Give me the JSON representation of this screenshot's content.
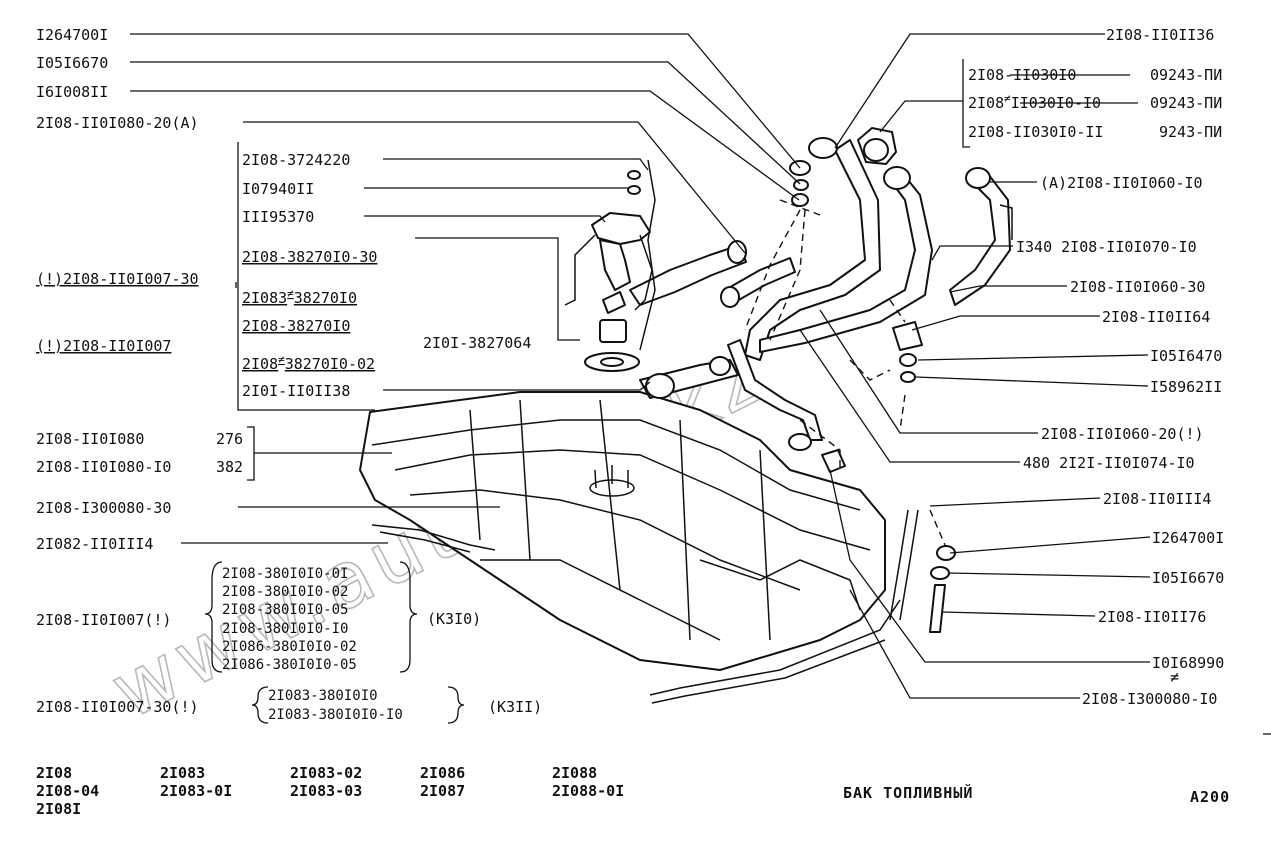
{
  "watermark": "www.autokon.kz",
  "left_labels": [
    {
      "text": "I264700I"
    },
    {
      "text": "I05I6670"
    },
    {
      "text": "I6I008II"
    },
    {
      "text": "2I08-II0I080-20(A)"
    }
  ],
  "group_box": [
    {
      "text": "2I08-3724220"
    },
    {
      "text": "I07940II"
    },
    {
      "text": "III95370"
    },
    {
      "text": "2I08-38270I0-30"
    },
    {
      "text": "2I083",
      "mark": "≠",
      "rest": "38270I0"
    },
    {
      "text": "2I08-38270I0"
    },
    {
      "text": "2I08",
      "mark": "≠",
      "rest": "38270I0-02"
    },
    {
      "text": "2I0I-II0II38"
    }
  ],
  "pump_label": "2I0I-3827064",
  "tank_variants": [
    {
      "text": "(!)2I08-II0I007-30"
    },
    {
      "text": "(!)2I08-II0I007"
    }
  ],
  "left_lower": [
    {
      "text": "2I08-II0I080",
      "suffix": "276"
    },
    {
      "text": "2I08-II0I080-I0",
      "suffix": "382"
    },
    {
      "text": "2I08-I300080-30"
    },
    {
      "text": "2I082-II0III4"
    }
  ],
  "brace_group_1": {
    "prefix": "2I08-II0I007(!)",
    "items": [
      "2I08-380I0I0-0I",
      "2I08-380I0I0-02",
      "2I08-380I0I0-05",
      "2I08-380I0I0-I0",
      "2I086-380I0I0-02",
      "2I086-380I0I0-05"
    ],
    "note": "(КЗI0)"
  },
  "brace_group_2": {
    "prefix": "2I08-II0I007-30(!)",
    "items": [
      "2I083-380I0I0",
      "2I083-380I0I0-I0"
    ],
    "note": "(КЗII)"
  },
  "cap_group": [
    {
      "code": "2I08-II030I0",
      "num": "09243-ПИ"
    },
    {
      "code": "2I08",
      "mark": "≠",
      "rest": "II030I0-I0",
      "num": "09243-ПИ"
    },
    {
      "code": "2I08-II030I0-II",
      "num": "9243-ПИ"
    }
  ],
  "right_labels": [
    {
      "text": "2I08-II0II36"
    },
    {
      "text": "(A)2I08-II0I060-I0"
    },
    {
      "text": "I340 2I08-II0I070-I0"
    },
    {
      "text": "2I08-II0I060-30"
    },
    {
      "text": "2I08-II0II64"
    },
    {
      "text": "I05I6470"
    },
    {
      "text": "I58962II"
    },
    {
      "text": "2I08-II0I060-20(!)"
    },
    {
      "text": "480 2I2I-II0I074-I0"
    },
    {
      "text": "2I08-II0III4"
    },
    {
      "text": "I264700I"
    },
    {
      "text": "I05I6670"
    },
    {
      "text": "2I08-II0II76"
    },
    {
      "text": "I0I68990"
    },
    {
      "text": "2I08-I300080-I0"
    }
  ],
  "models": [
    {
      "lines": [
        "2I08",
        "2I08-04",
        "2I08I"
      ]
    },
    {
      "lines": [
        "2I083",
        "2I083-0I"
      ]
    },
    {
      "lines": [
        "2I083-02",
        "2I083-03"
      ]
    },
    {
      "lines": [
        "2I086",
        "2I087"
      ]
    },
    {
      "lines": [
        "2I088",
        "2I088-0I"
      ]
    }
  ],
  "caption": "БАК ТОПЛИВНЫЙ",
  "page_code": "A200",
  "colors": {
    "ink": "#111111",
    "paper": "#ffffff",
    "watermark": "#b8b8b8"
  }
}
